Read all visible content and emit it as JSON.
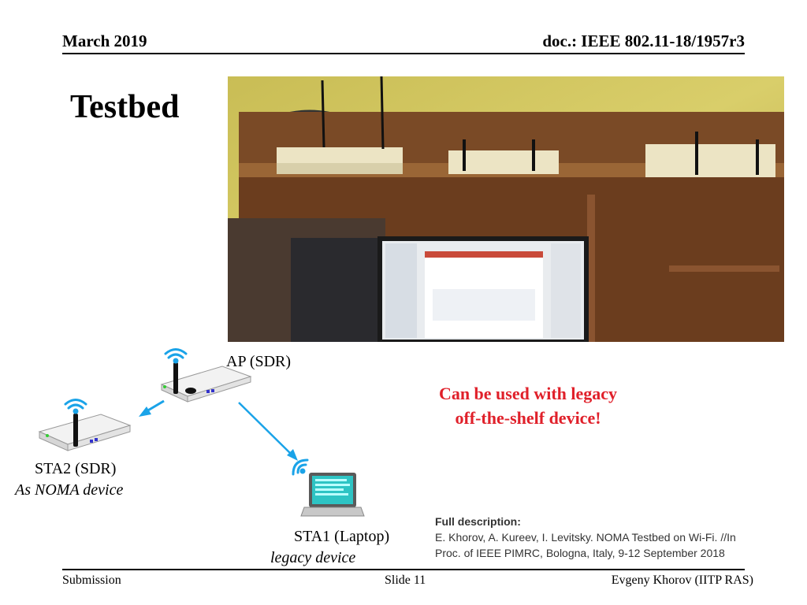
{
  "header": {
    "date": "March 2019",
    "doc": "doc.: IEEE 802.11-18/1957r3"
  },
  "title": "Testbed",
  "photo": {
    "description_icon": "testbed-photo"
  },
  "diagram": {
    "ap_label": "AP (SDR)",
    "sta2_label": "STA2 (SDR)",
    "sta2_sub": "As NOMA device",
    "sta1_label": "STA1 (Laptop)",
    "sta1_sub": "legacy device",
    "arrow_color": "#1aa3e8",
    "wifi_color": "#1aa3e8"
  },
  "callout": {
    "line1": "Can be used with legacy",
    "line2": "off-the-shelf device!",
    "color": "#e0202a"
  },
  "description": {
    "heading": "Full description:",
    "line1": "E. Khorov, A. Kureev, I. Levitsky. NOMA Testbed on Wi-Fi. //In",
    "line2": "Proc. of IEEE PIMRC, Bologna, Italy, 9-12 September 2018"
  },
  "footer": {
    "left": "Submission",
    "center": "Slide 11",
    "right": "Evgeny Khorov (IITP RAS)"
  }
}
